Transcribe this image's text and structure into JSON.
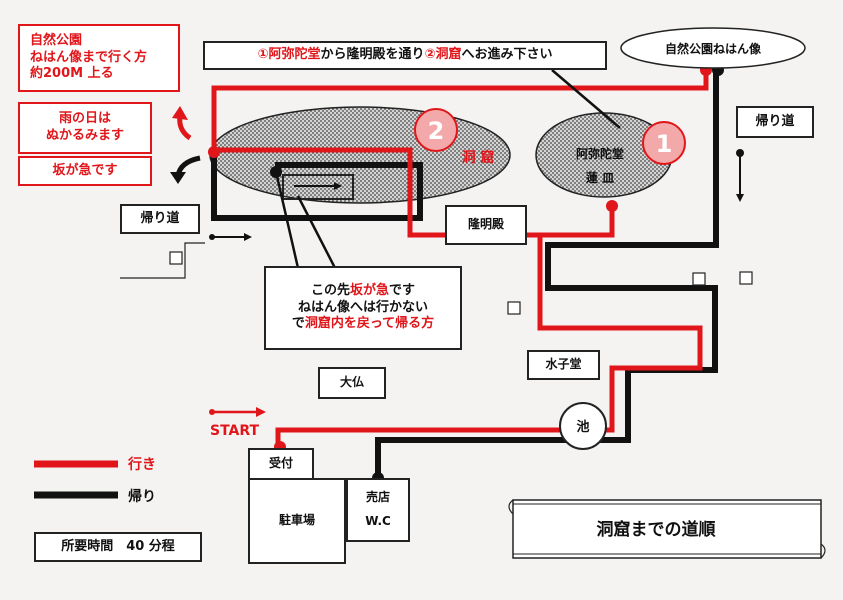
{
  "colors": {
    "go": "#e0161a",
    "back": "#111111",
    "cave": "#cfcfcf"
  },
  "notes": {
    "climb": [
      "自然公園",
      "ねはん像まで行く方",
      "約200M 上る"
    ],
    "rain": [
      "雨の日は",
      "ぬかるみます"
    ],
    "steep": "坂が急です"
  },
  "instruction": {
    "n1": "①",
    "p1": "阿弥陀堂",
    "t1": "から隆明殿を通り",
    "n2": "②",
    "p2": "洞窟",
    "t2": "へお進み下さい"
  },
  "places": {
    "nehan": "自然公園ねはん像",
    "amida": [
      "阿弥陀堂",
      "蓮 皿"
    ],
    "cave": "洞 窟",
    "ryumeiden": "隆明殿",
    "mizuko": "水子堂",
    "daibutsu": "大仏",
    "pond": "池",
    "reception": "受付",
    "parking": "駐車場",
    "shop": [
      "売店",
      "W.C"
    ]
  },
  "markers": {
    "m1": "1",
    "m2": "2"
  },
  "return_left": "帰り道",
  "return_right": "帰り道",
  "callout": {
    "l1": "この先",
    "l1r": "坂が急",
    "l1e": "です",
    "l2": "ねはん像へは行かない",
    "l3a": "で",
    "l3r": "洞窟内を戻って帰る方"
  },
  "start": "START",
  "legend": {
    "go": "行き",
    "back": "帰り"
  },
  "time": "所要時間　40 分程",
  "title": "洞窟までの道順"
}
